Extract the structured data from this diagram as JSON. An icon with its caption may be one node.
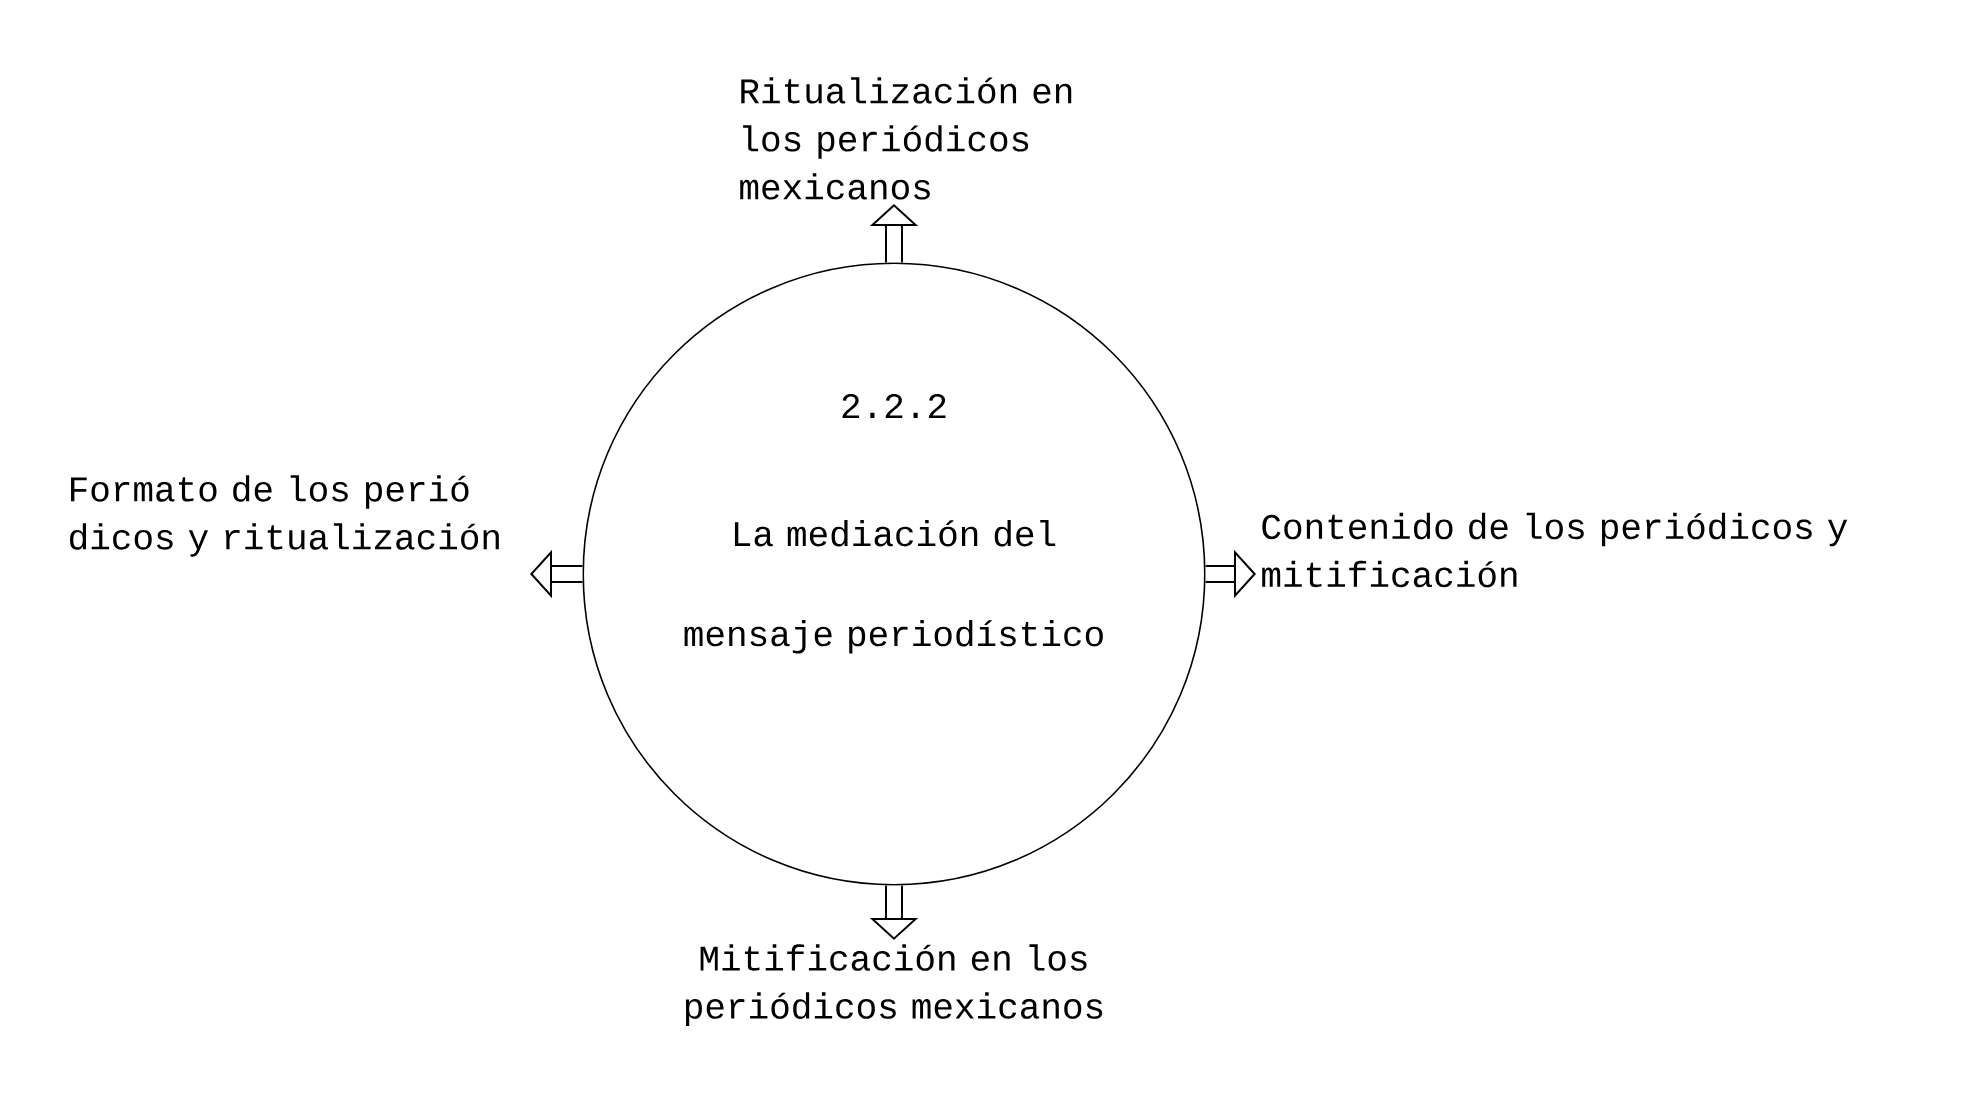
{
  "diagram": {
    "nodes": [
      {
        "text": [
          "2.2.2",
          "La mediación del mensaje periodístico"
        ]
      },
      {
        "text": [
          "Ritualización en los periódicos mexicanos"
        ]
      },
      {
        "text": [
          "Formato de los perió dicos y ritualización"
        ]
      },
      {
        "text": [
          "Contenido de los periódicos y mitificación"
        ]
      },
      {
        "text": [
          "Mitificación en los periódicos mexicanos"
        ]
      }
    ],
    "edges": [
      {
        "from": 0,
        "to": 1,
        "arrow": "to"
      },
      {
        "from": 0,
        "to": 2,
        "arrow": "to"
      },
      {
        "from": 0,
        "to": 3,
        "arrow": "to"
      },
      {
        "from": 0,
        "to": 4,
        "arrow": "to"
      }
    ]
  }
}
